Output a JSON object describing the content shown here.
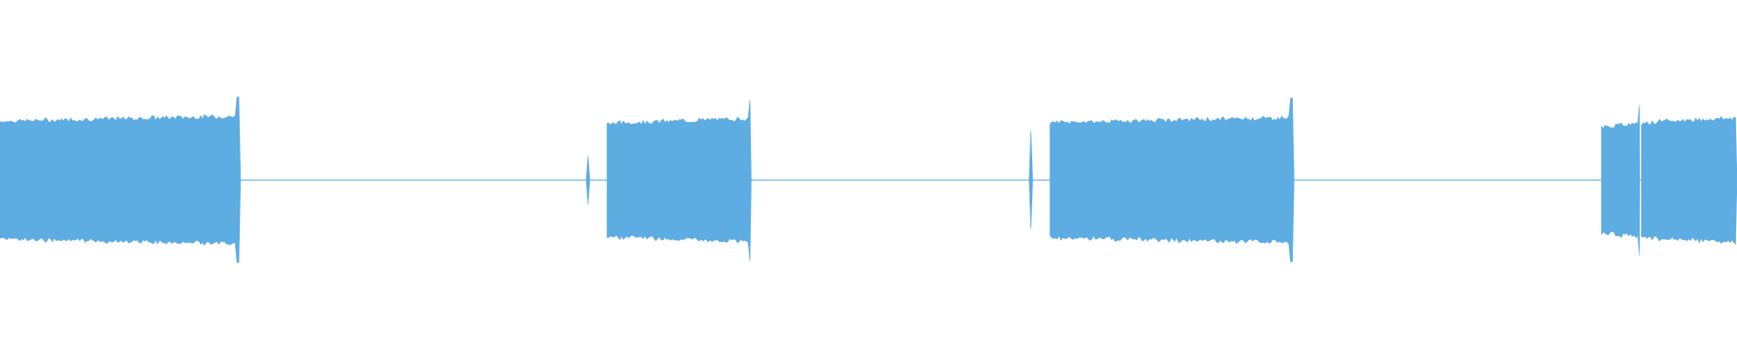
{
  "waveform": {
    "color": "#5dace2",
    "background": "#ffffff",
    "segments": [
      {
        "kind": "burst",
        "start": 0.0,
        "end": 0.1385,
        "level": 0.82
      },
      {
        "kind": "click",
        "at": 0.3385,
        "level": 0.3
      },
      {
        "kind": "burst",
        "start": 0.3495,
        "end": 0.4325,
        "level": 0.79
      },
      {
        "kind": "click",
        "at": 0.5935,
        "level": 0.6
      },
      {
        "kind": "burst",
        "start": 0.6045,
        "end": 0.745,
        "level": 0.8
      },
      {
        "kind": "burst",
        "start": 0.922,
        "end": 0.944,
        "level": 0.73
      },
      {
        "kind": "burst",
        "start": 0.945,
        "end": 1.0,
        "level": 0.8
      }
    ]
  }
}
